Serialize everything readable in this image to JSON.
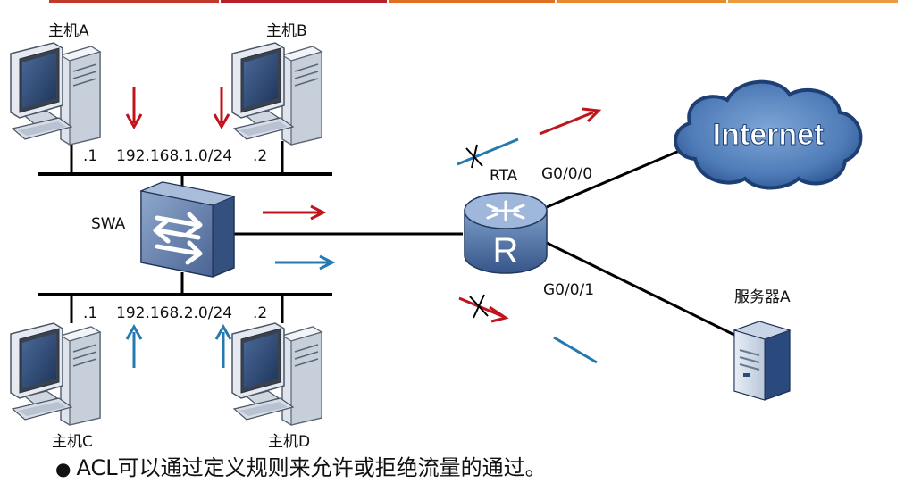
{
  "hosts": {
    "a": "主机A",
    "b": "主机B",
    "c": "主机C",
    "d": "主机D"
  },
  "subnets": {
    "upper": {
      "network": "192.168.1.0/24",
      "left_suffix": ".1",
      "right_suffix": ".2"
    },
    "lower": {
      "network": "192.168.2.0/24",
      "left_suffix": ".1",
      "right_suffix": ".2"
    }
  },
  "switch": {
    "name": "SWA"
  },
  "router": {
    "name": "RTA",
    "symbol": "R",
    "if_internet": "G0/0/0",
    "if_server": "G0/0/1"
  },
  "cloud": {
    "label": "Internet"
  },
  "server": {
    "name": "服务器A"
  },
  "caption": {
    "bullet": "●",
    "text": "ACL可以通过定义规则来允许或拒绝流量的通过。"
  },
  "colors": {
    "red_flow": "#c0141c",
    "blue_flow": "#2579b0",
    "deny_mark": "#000000",
    "top_bar": [
      "#b8202a",
      "#c0392b",
      "#e07020",
      "#e88a2a",
      "#ec9a40"
    ]
  },
  "icons": [
    "pc-icon",
    "switch-icon",
    "router-icon",
    "cloud-icon",
    "server-icon"
  ]
}
